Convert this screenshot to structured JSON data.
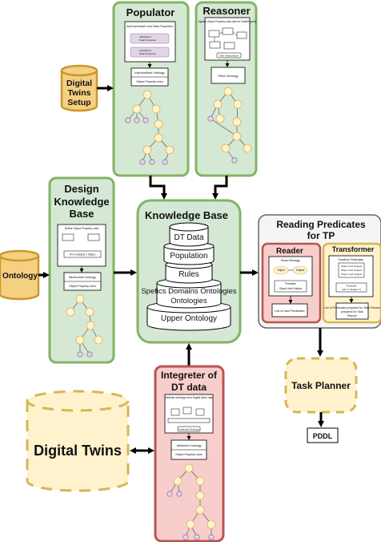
{
  "colors": {
    "green_fill": "#d5e8d4",
    "green_stroke": "#82b366",
    "red_fill": "#f8cecc",
    "red_stroke": "#b85450",
    "yellow_fill": "#fff2cc",
    "yellow_stroke": "#d6b656",
    "db_fill": "#f5cf82",
    "db_stroke": "#c89a2a",
    "gray_fill": "#f5f5f5",
    "gray_stroke": "#666666",
    "node_fill": "#fff2cc",
    "node_stroke": "#d6b656",
    "leaf_fill": "#e1d5e7",
    "leaf_stroke": "#9673a6"
  },
  "panels": {
    "populator": {
      "title": "Populator",
      "card_title": "Add individual's and Data Properties",
      "card_lines": [
        "Individual 1",
        "Data Properties",
        "Individual 2",
        "Data Properties"
      ],
      "mid_box": "Individualized Ontology",
      "bottom_box": "Object Property rules"
    },
    "reasoner": {
      "title": "Reasoner",
      "card_title": "Applies Object Property rules with the DataProperty",
      "card_bottom": "Infer relationships",
      "mid_box": "Filled Ontology"
    },
    "design": {
      "title": [
        "Design",
        "Knowledge",
        "Base"
      ],
      "card_title": "Define Object Property rules",
      "card_rule": "if F is Subject 1 Object",
      "mid_box": "Bluebrands Ontology",
      "bottom_box": "Object Property rules"
    },
    "integrator": {
      "title": [
        "Integreter of",
        "DT data"
      ],
      "card_title": "Attribute ontology from Digital twins data",
      "card_bottom": "Attributed Ontology",
      "mid_box": "Attributed Ontology",
      "bottom_box": "Object Property rules"
    },
    "kb": {
      "title": "Knowledge Base",
      "layers": [
        "DT Data",
        "Population",
        "Rules",
        "Spefics Domains Ontologies",
        "Upper Ontology"
      ]
    },
    "reading": {
      "title": [
        "Reading Predicates",
        "for TP"
      ],
      "reader": {
        "title": "Reader",
        "card_title": "Read Ontology",
        "object": "Object",
        "subject": "Subject",
        "predicate": "Predicate",
        "triple": "Object Verb Subject",
        "list_box": "List of new Predicates"
      },
      "transformer": {
        "title": "Transformer",
        "card_title": "Transform Predicates",
        "card_lines": [
          "Object verb Subject",
          "Object verb Subject",
          "Object verb Subject"
        ],
        "pred_title": "Predicate",
        "pred_value": "Verb (? Subject ?)",
        "list_box": "List of Predicates prepared for Task Planner"
      }
    }
  },
  "databases": {
    "dt_setup": "Digital Twins Setup",
    "ontology": "Ontology",
    "digital_twins": "Digital Twins"
  },
  "task_planner": "Task Planner",
  "pddl": "PDDL"
}
